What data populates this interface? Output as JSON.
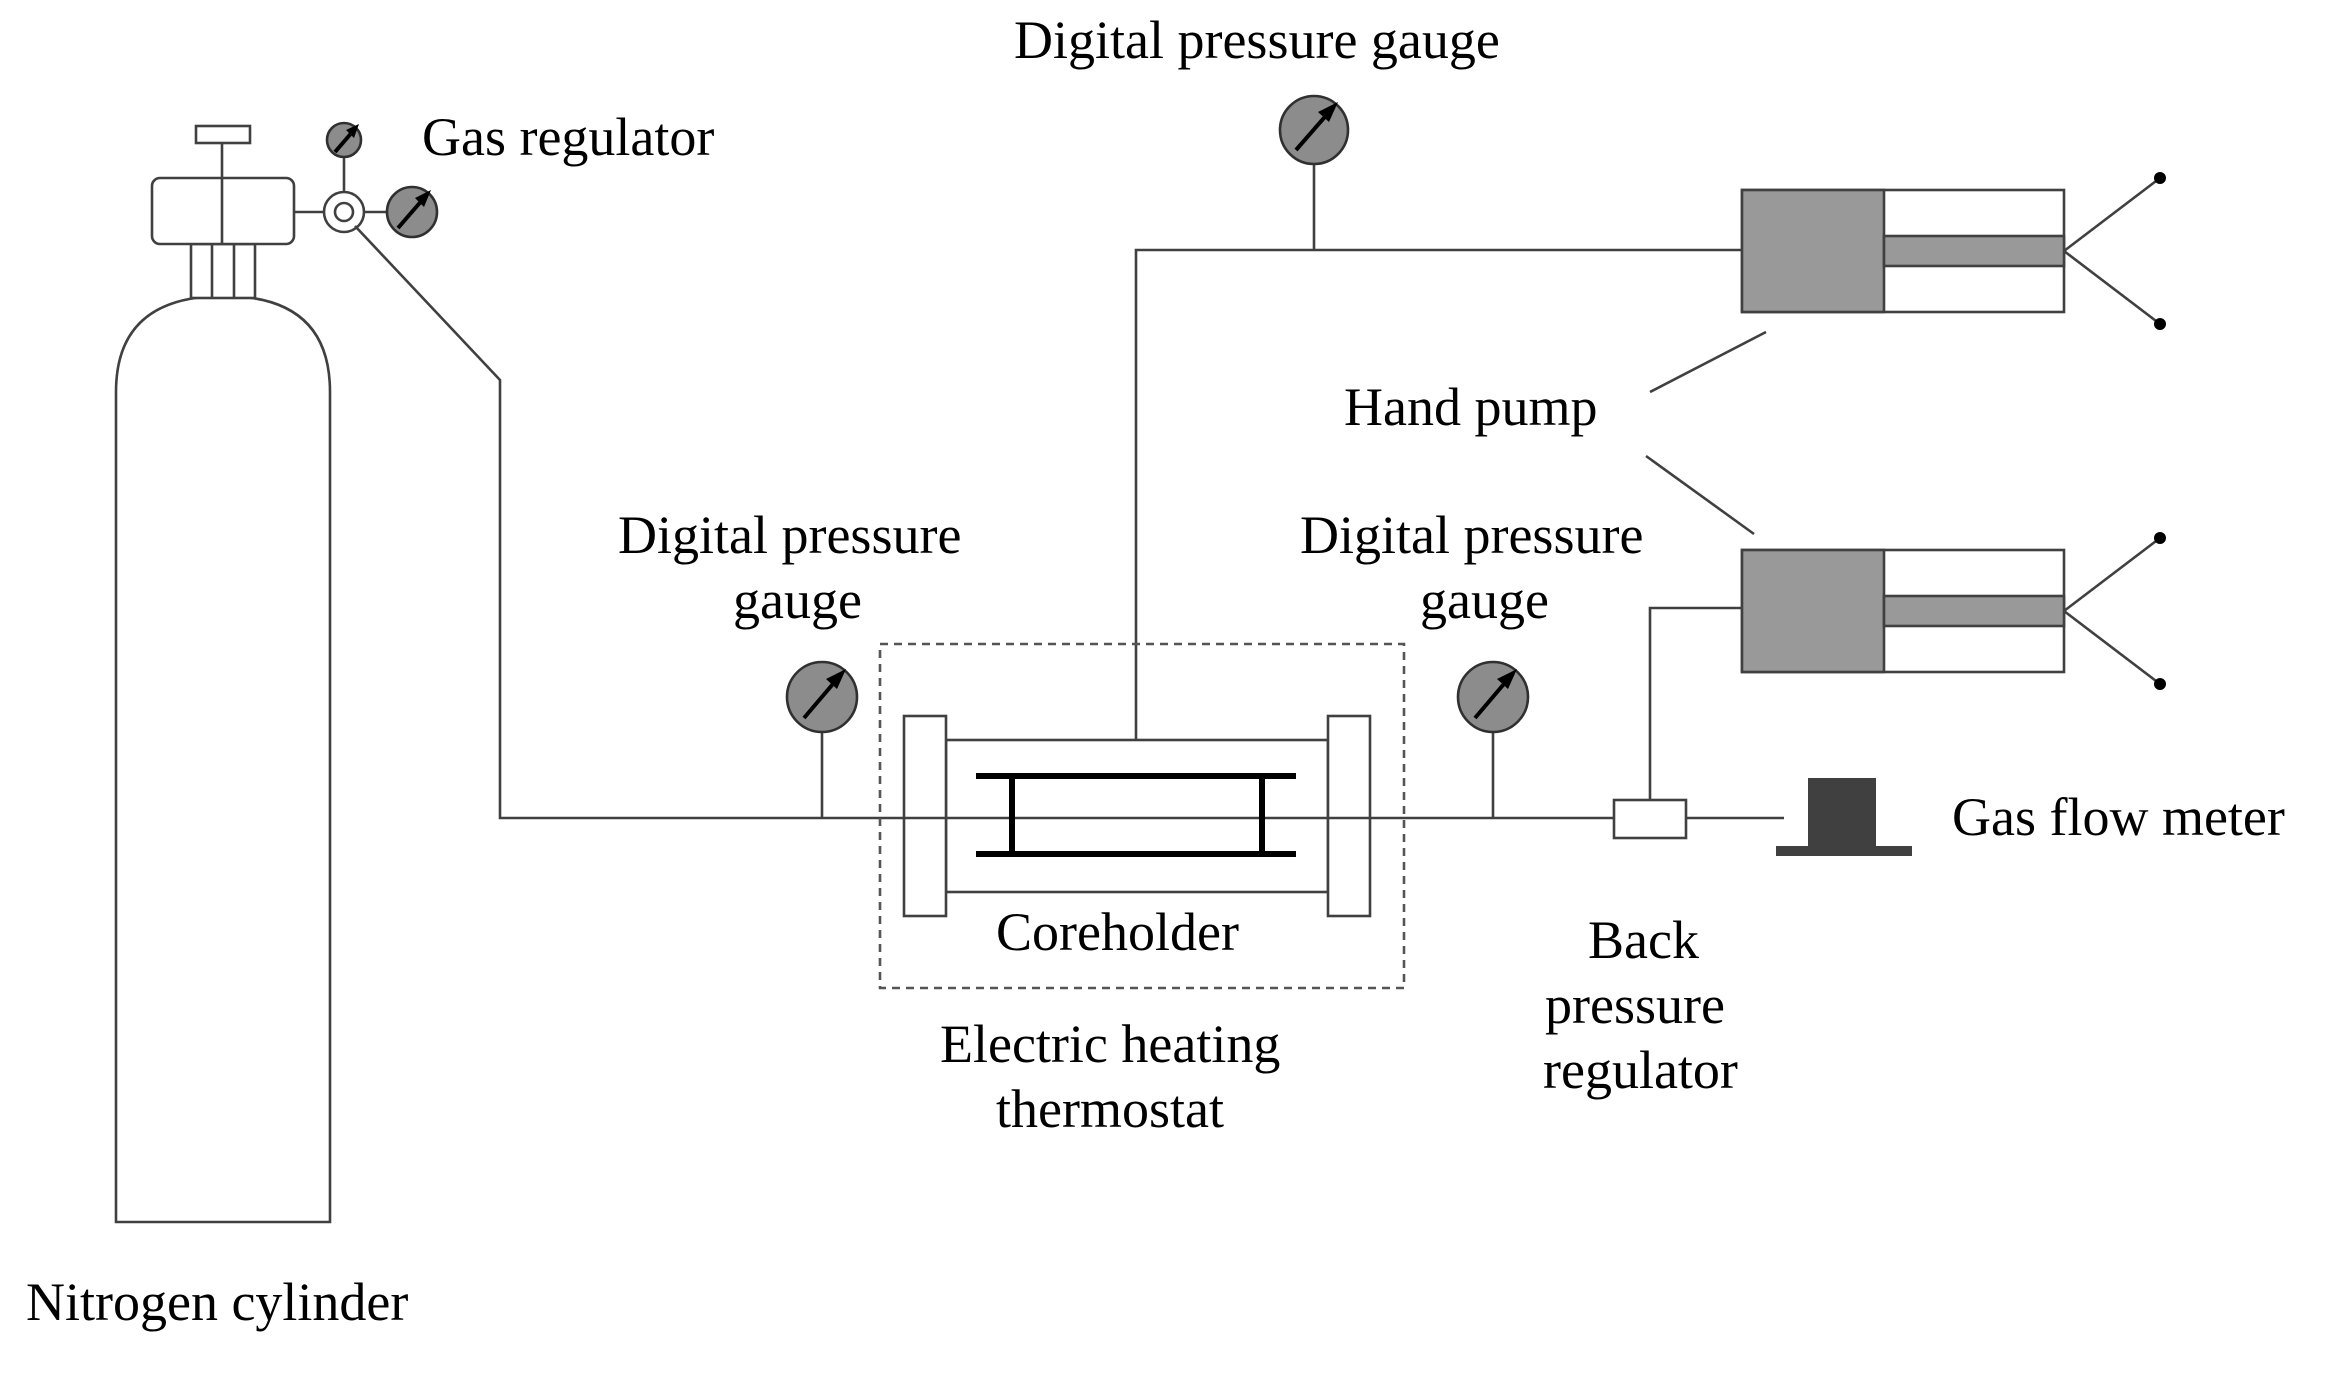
{
  "labels": {
    "nitrogen_cylinder": "Nitrogen cylinder",
    "gas_regulator": "Gas regulator",
    "gauge_top": "Digital pressure gauge",
    "gauge_left_line1": "Digital pressure",
    "gauge_left_line2": "gauge",
    "gauge_right_line1": "Digital pressure",
    "gauge_right_line2": "gauge",
    "hand_pump": "Hand pump",
    "coreholder": "Coreholder",
    "thermostat_line1": "Electric heating",
    "thermostat_line2": "thermostat",
    "bpr_line1": "Back",
    "bpr_line2": "pressure",
    "bpr_line3": "regulator",
    "gas_flow_meter": "Gas flow meter"
  },
  "colors": {
    "line": "#404040",
    "gauge_fill": "#8c8c8c",
    "pump_fill": "#999999",
    "flow_meter_fill": "#404040",
    "background": "#ffffff"
  }
}
